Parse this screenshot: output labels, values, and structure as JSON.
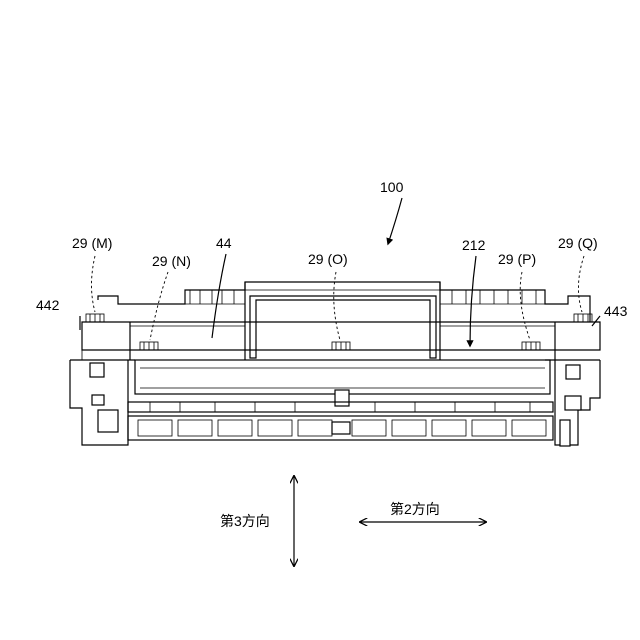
{
  "figure": {
    "ref_main": "100",
    "labels": {
      "l29M": "29 (M)",
      "l29N": "29 (N)",
      "l44": "44",
      "l29O": "29 (O)",
      "l212": "212",
      "l29P": "29 (P)",
      "l29Q": "29 (Q)",
      "l442": "442",
      "l443": "443"
    },
    "directions": {
      "third": "第3方向",
      "second": "第2方向"
    }
  }
}
